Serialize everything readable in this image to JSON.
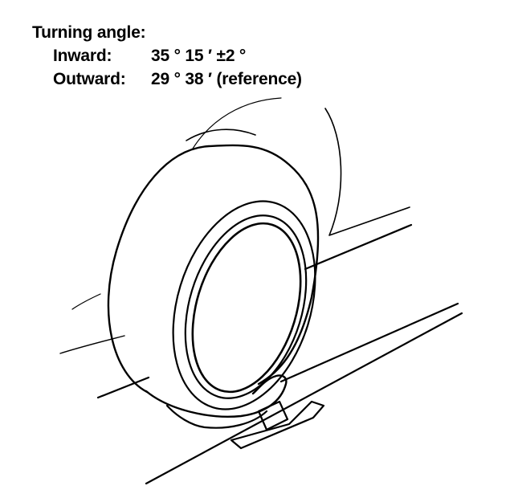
{
  "spec": {
    "title": "Turning angle:",
    "inward": {
      "label": "Inward:",
      "value": "35 ° 15 ′ ±2 °"
    },
    "outward": {
      "label": "Outward:",
      "value": "29 ° 38 ′ (reference)"
    }
  }
}
